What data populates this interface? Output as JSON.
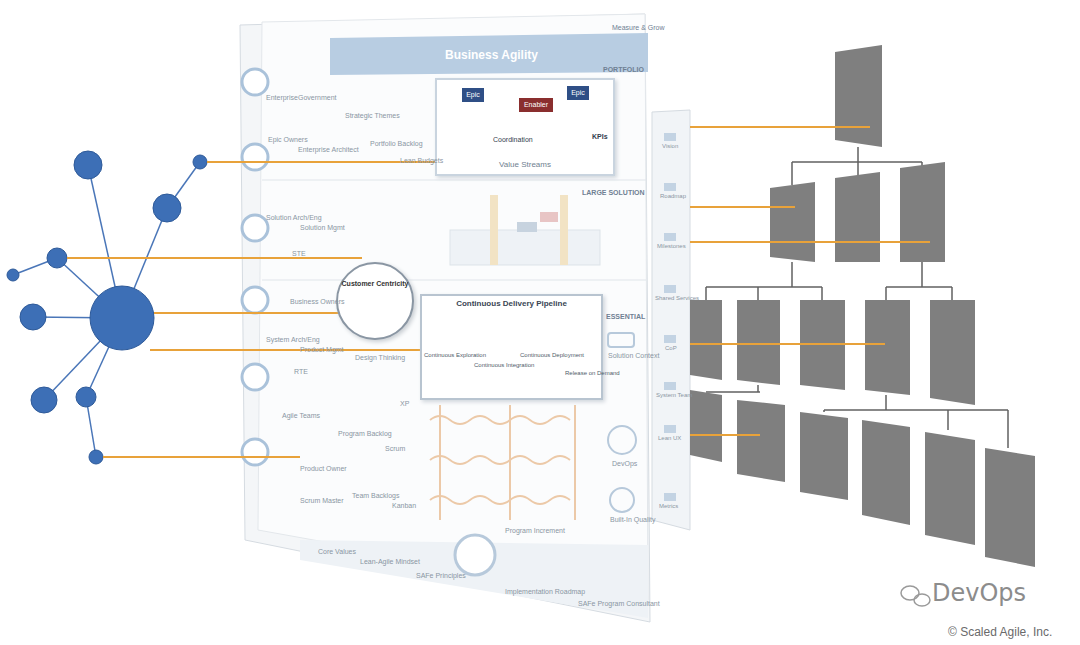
{
  "diagram": {
    "nodes": [
      {
        "text": [
          "Value Streams"
        ]
      },
      {
        "text": [
          "Epic"
        ],
        "in": 0
      },
      {
        "text": [
          "Enabler"
        ],
        "in": 0
      },
      {
        "text": [
          "Epic"
        ],
        "in": 0
      },
      {
        "text": [
          "Customer Centricity"
        ]
      },
      {
        "text": [
          "Continuous Delivery Pipeline"
        ]
      }
    ],
    "labels": [
      "Business Agility",
      "Measure & Grow",
      "PORTFOLIO",
      "Coordination",
      "KPIs",
      "LARGE SOLUTION",
      "ESSENTIAL",
      "Continuous Exploration",
      "Continuous Integration",
      "Continuous Deployment",
      "Release on Demand",
      "Design Thinking",
      "Solution Context",
      "DevOps",
      "Built-In Quality",
      "Enterprise",
      "Government",
      "Epic Owners",
      "Enterprise Architect",
      "Solution Arch/Eng",
      "Solution Mgmt",
      "STE",
      "Business Owners",
      "System Arch/Eng",
      "Product Mgmt",
      "RTE",
      "Agile Teams",
      "Product Owner",
      "Scrum Master",
      "Program Backlog",
      "Team Backlogs",
      "Kanban",
      "XP",
      "Scrum",
      "Program Increment",
      "Core Values",
      "Lean-Agile Mindset",
      "SAFe Principles",
      "Implementation Roadmap",
      "SAFe Program Consultant",
      "Vision",
      "Roadmap",
      "Milestones",
      "Shared Services",
      "CoP",
      "System Team",
      "Lean UX",
      "Metrics",
      "DevOps",
      "© Scaled Agile, Inc.",
      "Strategic Themes",
      "Portfolio Backlog",
      "Lean Budgets"
    ]
  }
}
